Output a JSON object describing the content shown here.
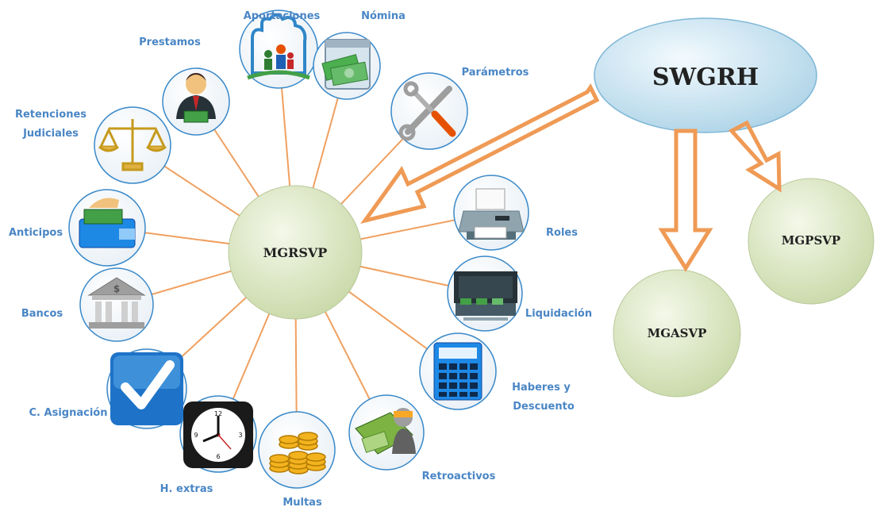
{
  "diagram": {
    "root": {
      "label": "SWGRH"
    },
    "hub": {
      "label": "MGRSVP"
    },
    "modules": [
      {
        "label": "MGASVP"
      },
      {
        "label": "MGPSVP"
      }
    ],
    "items": [
      {
        "label": "Aportaciones",
        "icon": "family-icon"
      },
      {
        "label": "Nómina",
        "icon": "money-icon"
      },
      {
        "label": "Prestamos",
        "icon": "businessman-icon"
      },
      {
        "label": "Parámetros",
        "icon": "tools-icon"
      },
      {
        "label": "Retenciones",
        "label2": "Judiciales",
        "icon": "scales-icon"
      },
      {
        "label": "Roles",
        "icon": "printer-icon"
      },
      {
        "label": "Anticipos",
        "icon": "wallet-icon"
      },
      {
        "label": "Liquidación",
        "icon": "cash-register-icon"
      },
      {
        "label": "Bancos",
        "icon": "bank-icon"
      },
      {
        "label": "Haberes y",
        "label2": "Descuento",
        "icon": "calculator-icon"
      },
      {
        "label": "C. Asignación",
        "icon": "checkmark-icon"
      },
      {
        "label": "H. extras",
        "icon": "clock-icon"
      },
      {
        "label": "Multas",
        "icon": "coins-icon"
      },
      {
        "label": "Retroactivos",
        "icon": "cashier-icon"
      }
    ]
  },
  "colors": {
    "label": "#4a86c5",
    "connector": "#f0a060",
    "arrow": "#ef9a55",
    "hub_fill": "#dfe8c8",
    "root_fill": "#cde4f0",
    "icon_ring": "#3a89c9"
  }
}
